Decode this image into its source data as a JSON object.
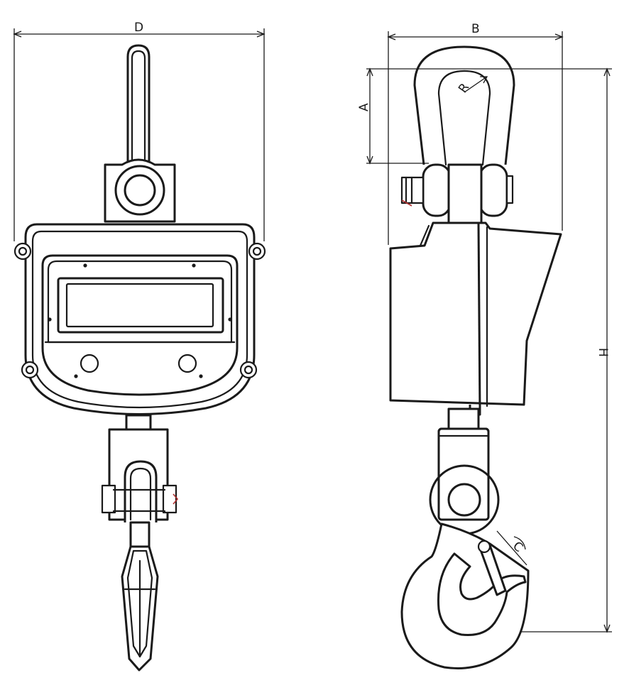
{
  "labels": {
    "D": "D",
    "B": "B",
    "A": "A",
    "R": "R",
    "H": "H",
    "C": "C"
  },
  "colors": {
    "line": "#1a1a1a",
    "accent": "#b03030",
    "background": "#ffffff"
  }
}
